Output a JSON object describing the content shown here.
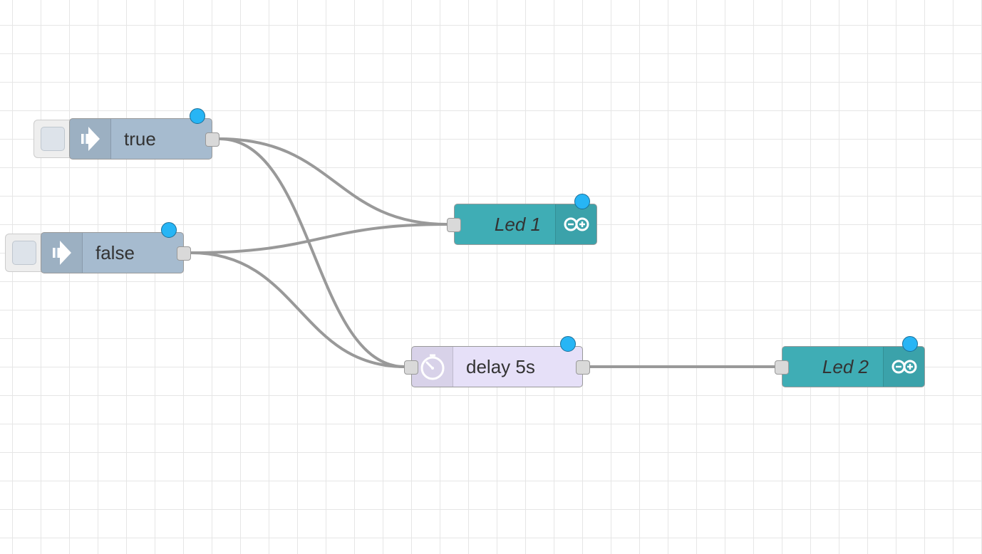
{
  "flow": {
    "nodes": [
      {
        "type": "inject",
        "label": "true",
        "icon": "arrow-in-icon"
      },
      {
        "type": "inject",
        "label": "false",
        "icon": "arrow-in-icon"
      },
      {
        "type": "arduino-out",
        "label": "Led 1",
        "icon": "arduino-icon"
      },
      {
        "type": "delay",
        "label": "delay 5s",
        "icon": "timer-icon"
      },
      {
        "type": "arduino-out",
        "label": "Led 2",
        "icon": "arduino-icon"
      }
    ],
    "wires": [
      {
        "from": "true",
        "to": "Led 1"
      },
      {
        "from": "true",
        "to": "delay 5s"
      },
      {
        "from": "false",
        "to": "Led 1"
      },
      {
        "from": "false",
        "to": "delay 5s"
      },
      {
        "from": "delay 5s",
        "to": "Led 2"
      }
    ]
  },
  "colors": {
    "inject": "#a6bbcf",
    "delay": "#e6e0f8",
    "arduino": "#3fadb5",
    "wire": "#999999",
    "status_dot": "#27b5f5",
    "grid": "#e6e6e6"
  }
}
